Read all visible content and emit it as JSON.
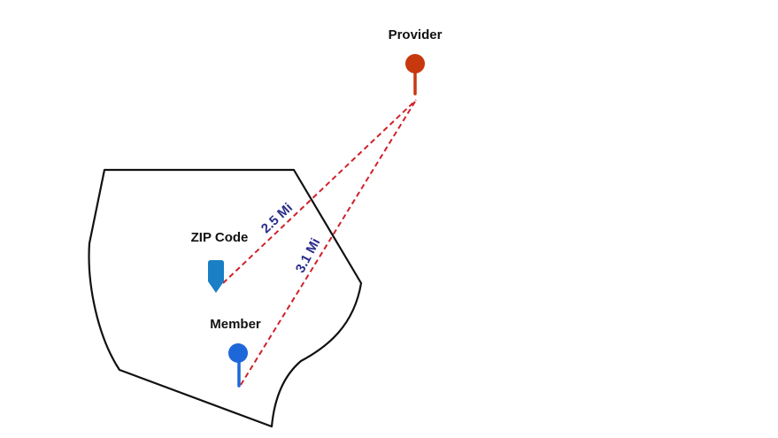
{
  "labels": {
    "provider": "Provider",
    "zip_code": "ZIP Code",
    "member": "Member"
  },
  "distances": {
    "zip_to_provider": "2.5 Mi",
    "member_to_provider": "3.1 Mi"
  },
  "colors": {
    "provider_pin": "#c8380e",
    "zip_pin": "#1a7fc4",
    "member_pin": "#1e67d8",
    "distance_line": "#d0212a",
    "distance_text": "#2a2d8a",
    "region_outline": "#111111"
  },
  "icons": {
    "provider": "map-pin-icon",
    "zip_code": "zip-marker-icon",
    "member": "map-pin-icon"
  }
}
